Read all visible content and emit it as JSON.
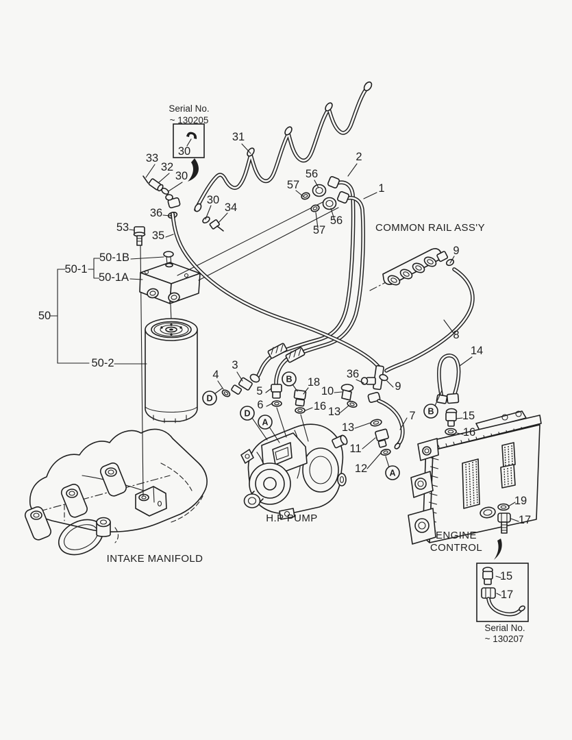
{
  "diagram": {
    "colors": {
      "background": "#f7f7f5",
      "line": "#1f1f1f"
    },
    "labels": {
      "serial_top_line1": "Serial No.",
      "serial_top_line2": "~ 130205",
      "serial_bottom_line1": "Serial No.",
      "serial_bottom_line2": "~ 130207",
      "common_rail": "COMMON RAIL ASS'Y",
      "hp_pump": "H.P PUMP",
      "engine_control_line1": "ENGINE",
      "engine_control_line2": "CONTROL",
      "intake_manifold": "INTAKE MANIFOLD"
    },
    "callouts": [
      {
        "id": "c33",
        "text": "33"
      },
      {
        "id": "c32",
        "text": "32"
      },
      {
        "id": "c30a",
        "text": "30"
      },
      {
        "id": "c30box",
        "text": "30"
      },
      {
        "id": "c31",
        "text": "31"
      },
      {
        "id": "c36a",
        "text": "36"
      },
      {
        "id": "c30b",
        "text": "30"
      },
      {
        "id": "c34",
        "text": "34"
      },
      {
        "id": "c53",
        "text": "53"
      },
      {
        "id": "c35",
        "text": "35"
      },
      {
        "id": "c57a",
        "text": "57"
      },
      {
        "id": "c56a",
        "text": "56"
      },
      {
        "id": "c2",
        "text": "2"
      },
      {
        "id": "c1",
        "text": "1"
      },
      {
        "id": "c56b",
        "text": "56"
      },
      {
        "id": "c57b",
        "text": "57"
      },
      {
        "id": "c9rail",
        "text": "9"
      },
      {
        "id": "c8",
        "text": "8"
      },
      {
        "id": "c50-1B",
        "text": "50-1B"
      },
      {
        "id": "c50-1",
        "text": "50-1"
      },
      {
        "id": "c50-1A",
        "text": "50-1A"
      },
      {
        "id": "c50",
        "text": "50"
      },
      {
        "id": "c50-2",
        "text": "50-2"
      },
      {
        "id": "c3",
        "text": "3"
      },
      {
        "id": "c4",
        "text": "4"
      },
      {
        "id": "c5",
        "text": "5"
      },
      {
        "id": "c6",
        "text": "6"
      },
      {
        "id": "c18",
        "text": "18"
      },
      {
        "id": "c16a",
        "text": "16"
      },
      {
        "id": "c10",
        "text": "10"
      },
      {
        "id": "c36b",
        "text": "36"
      },
      {
        "id": "c13a",
        "text": "13"
      },
      {
        "id": "c13b",
        "text": "13"
      },
      {
        "id": "c11",
        "text": "11"
      },
      {
        "id": "c12",
        "text": "12"
      },
      {
        "id": "c9b",
        "text": "9"
      },
      {
        "id": "c7",
        "text": "7"
      },
      {
        "id": "c14",
        "text": "14"
      },
      {
        "id": "c15a",
        "text": "15"
      },
      {
        "id": "c16b",
        "text": "16"
      },
      {
        "id": "c19",
        "text": "19"
      },
      {
        "id": "c17a",
        "text": "17"
      },
      {
        "id": "c15b",
        "text": "15"
      },
      {
        "id": "c17b",
        "text": "17"
      }
    ],
    "markers": [
      {
        "letter": "D"
      },
      {
        "letter": "B"
      },
      {
        "letter": "D"
      },
      {
        "letter": "A"
      },
      {
        "letter": "A"
      },
      {
        "letter": "B"
      }
    ]
  }
}
